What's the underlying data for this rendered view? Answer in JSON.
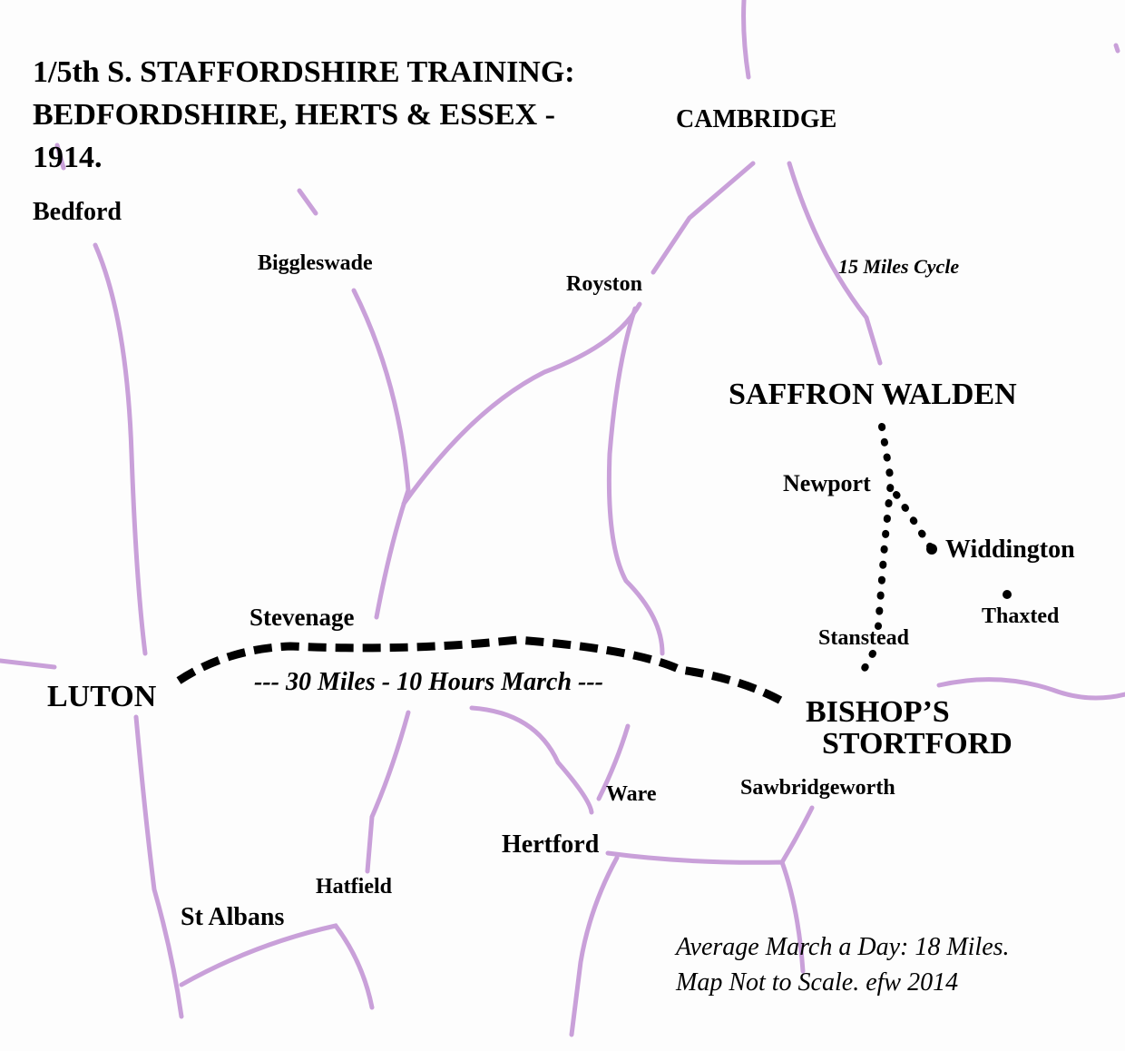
{
  "title": {
    "line1": "1/5th S. STAFFORDSHIRE TRAINING:",
    "line2": "BEDFORDSHIRE, HERTS & ESSEX -",
    "line3": "1914."
  },
  "places": {
    "cambridge": "CAMBRIDGE",
    "bedford": "Bedford",
    "biggleswade": "Biggleswade",
    "royston": "Royston",
    "saffron_walden": "SAFFRON WALDEN",
    "newport": "Newport",
    "widdington": "Widdington",
    "thaxted": "Thaxted",
    "stanstead": "Stanstead",
    "stevenage": "Stevenage",
    "luton": "LUTON",
    "bishops_stortford_1": "BISHOP’S",
    "bishops_stortford_2": "STORTFORD",
    "ware": "Ware",
    "sawbridgeworth": "Sawbridgeworth",
    "hertford": "Hertford",
    "hatfield": "Hatfield",
    "st_albans": "St Albans"
  },
  "annotations": {
    "cycle": "15 Miles Cycle",
    "march": "---  30 Miles - 10 Hours March  ---",
    "note1": "Average March a Day: 18 Miles.",
    "note2": "Map Not to Scale. efw 2014"
  },
  "colors": {
    "road": "#c9a0d9",
    "route": "#000000"
  }
}
